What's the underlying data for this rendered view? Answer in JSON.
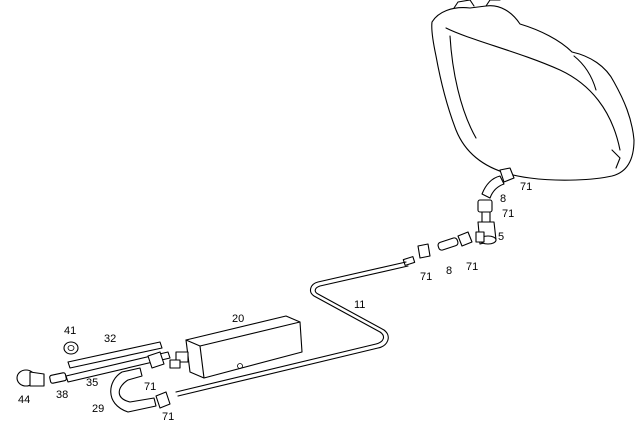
{
  "diagram": {
    "line_color": "#000000",
    "background": "#ffffff",
    "callouts": {
      "c8a": "8",
      "c71a": "71",
      "c71b": "71",
      "c5": "5",
      "c71c": "71",
      "c8b": "8",
      "c71d": "71",
      "c11": "11",
      "c20": "20",
      "c41": "41",
      "c32": "32",
      "c71e": "71",
      "c35": "35",
      "c44": "44",
      "c38": "38",
      "c29": "29",
      "c71f": "71"
    }
  }
}
